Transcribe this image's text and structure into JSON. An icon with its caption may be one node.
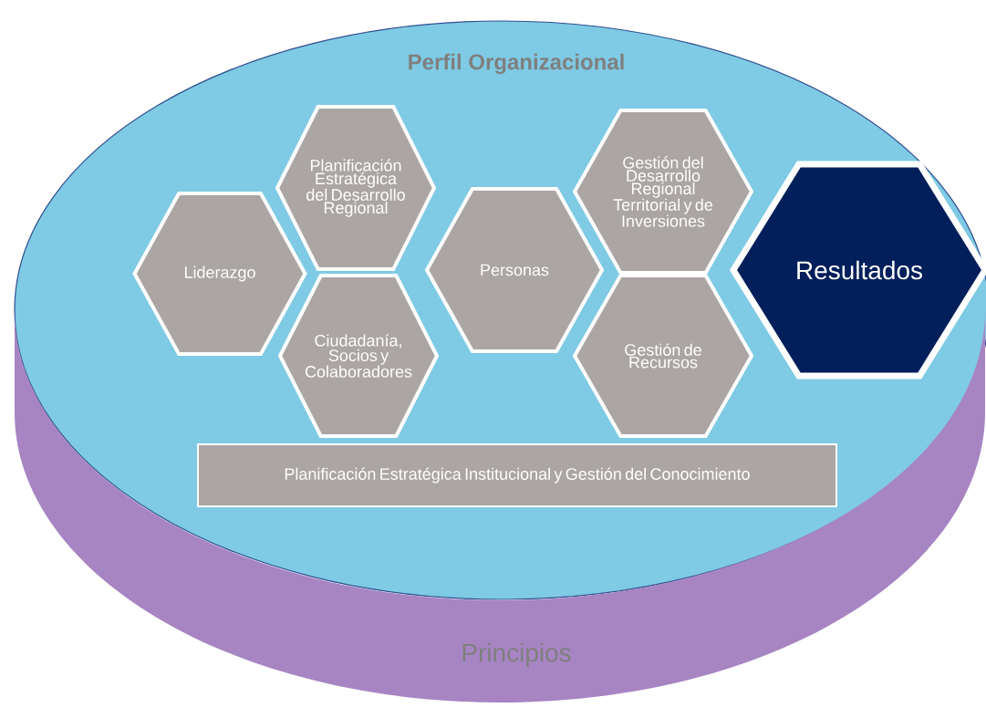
{
  "diagram": {
    "nodes": [
      {
        "text": [
          "Perfil Organizacional"
        ]
      },
      {
        "text": [
          "Principios"
        ]
      },
      {
        "text": [
          "Liderazgo"
        ],
        "in": 0
      },
      {
        "text": [
          "Planificación Estratégica del Desarrollo Regional"
        ],
        "in": 0
      },
      {
        "text": [
          "Ciudadanía, Socios y Colaboradores"
        ],
        "in": 0
      },
      {
        "text": [
          "Personas"
        ],
        "in": 0
      },
      {
        "text": [
          "Gestión del Desarrollo Regional Territorial y de Inversiones"
        ],
        "in": 0
      },
      {
        "text": [
          "Gestión de Recursos"
        ],
        "in": 0
      },
      {
        "text": [
          "Resultados"
        ],
        "in": 0
      },
      {
        "text": [
          "Planificación Estratégica Institucional y Gestión del Conocimiento"
        ],
        "in": 0
      }
    ]
  }
}
